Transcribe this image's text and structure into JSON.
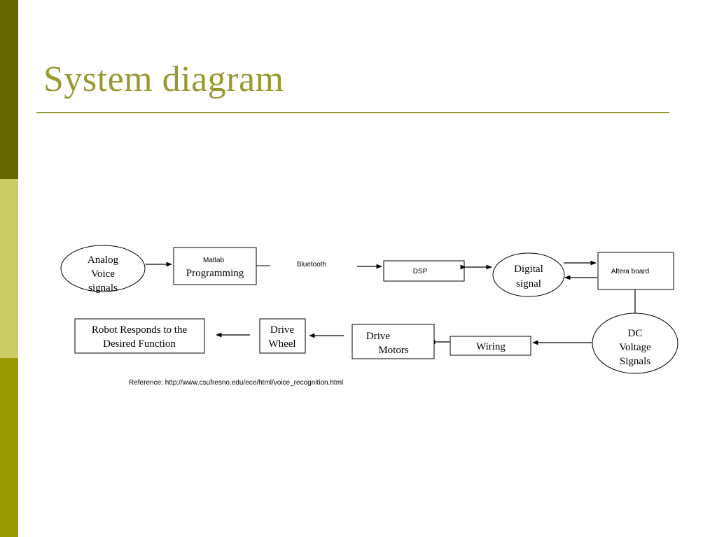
{
  "slide": {
    "title": "System diagram"
  },
  "diagram": {
    "analog": [
      "Analog",
      "Voice",
      "signals"
    ],
    "matlab_small": "Matlab",
    "matlab_big": "Programming",
    "bluetooth": "Bluetooth",
    "dsp": "DSP",
    "digital": [
      "Digital",
      "signal"
    ],
    "altera": "Altera board",
    "dc": [
      "DC",
      "Voltage",
      "Signals"
    ],
    "wiring": "Wiring",
    "drive_motors": [
      "Drive",
      "Motors"
    ],
    "drive_wheel": [
      "Drive",
      "Wheel"
    ],
    "robot": [
      "Robot Responds to the",
      "Desired Function"
    ],
    "reference": "Reference: http://www.csufresno.edu/ece/html/voice_recognition.html"
  },
  "colors": {
    "title": "#999933",
    "sidebar_top": "#666600",
    "sidebar_mid": "#cccc66",
    "sidebar_bottom": "#999900"
  }
}
